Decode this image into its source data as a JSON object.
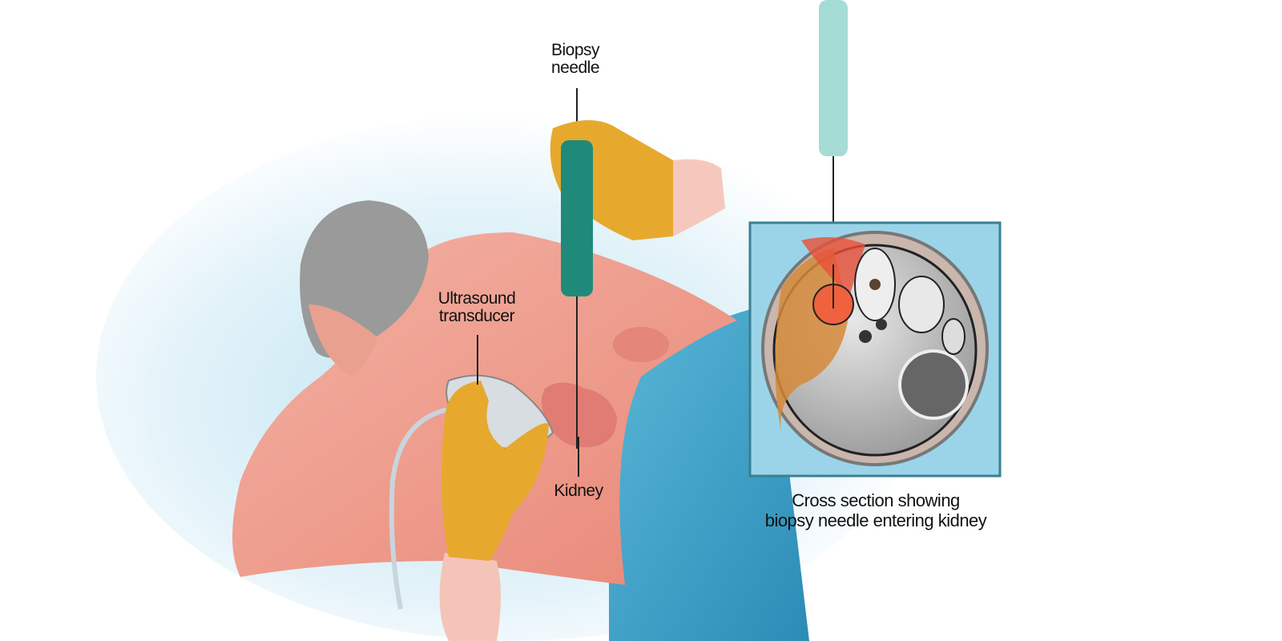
{
  "labels": {
    "biopsy_needle": [
      "Biopsy",
      "needle"
    ],
    "ultrasound_transducer": [
      "Ultrasound",
      "transducer"
    ],
    "kidney": "Kidney",
    "cross_section_caption": [
      "Cross section showing",
      "biopsy needle entering kidney"
    ]
  },
  "colors": {
    "skin": "#ee9a8a",
    "drape": "#3fa3c8",
    "glove": "#e6a92e",
    "needle_handle": "#1f8a7a",
    "inset_background": "#9bd4e8",
    "kidney": "#dd7770"
  }
}
